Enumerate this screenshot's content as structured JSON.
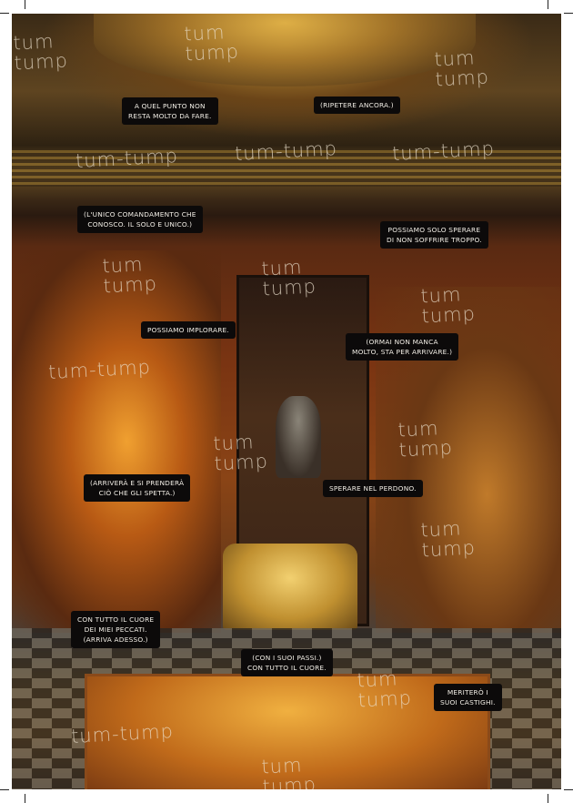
{
  "captions": [
    {
      "lines": [
        "A quel punto non",
        "resta molto da fare."
      ]
    },
    {
      "lines": [
        "(Ripetere ancora.)"
      ]
    },
    {
      "lines": [
        "(L'unico comandamento che",
        "conosco. Il solo e unico.)"
      ]
    },
    {
      "lines": [
        "Possiamo solo sperare",
        "di non soffrire troppo."
      ]
    },
    {
      "lines": [
        "Possiamo implorare."
      ]
    },
    {
      "lines": [
        "(Ormai non manca",
        "molto, sta per arrivare.)"
      ]
    },
    {
      "lines": [
        "(Arriverà e si prenderà",
        "ciò che gli spetta.)"
      ]
    },
    {
      "lines": [
        "Sperare nel perdono."
      ]
    },
    {
      "lines": [
        "Con tutto il cuore",
        "dei miei peccati.",
        "(Arriva adesso.)"
      ]
    },
    {
      "lines": [
        "(Con i suoi passi.)",
        "con tutto il cuore."
      ]
    },
    {
      "lines": [
        "Meriterò i",
        "suoi castighi."
      ]
    }
  ],
  "sfx": {
    "tum": "tum",
    "tump": "tump",
    "tum_tump": "tum-tump"
  }
}
